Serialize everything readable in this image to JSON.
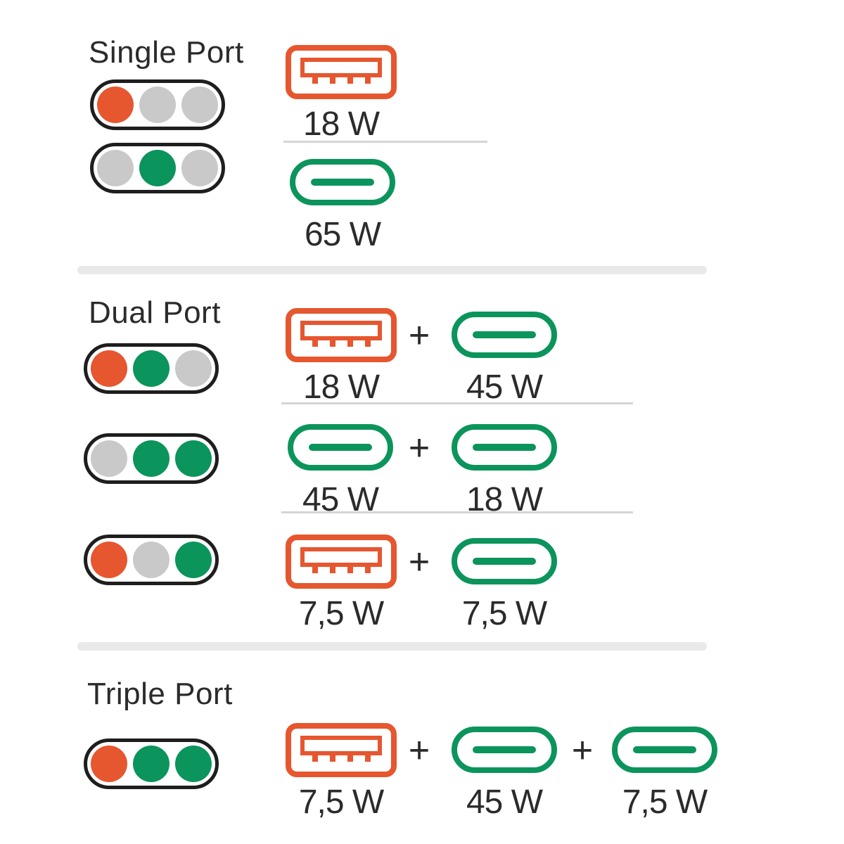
{
  "palette": {
    "background": "#FFFFFF",
    "orange": "#E6562F",
    "green": "#0B945B",
    "inactive": "#C9C9C9",
    "outline": "#1E1E1E",
    "text": "#2B2B2B",
    "divider_thin": "#D5D5D5",
    "divider_thick": "#E9E9E9"
  },
  "plus": "+",
  "sections": [
    {
      "title": "Single Port",
      "rows": [
        {
          "dots": [
            "orange",
            "inactive",
            "inactive"
          ],
          "ports": [
            {
              "type": "usb-a",
              "watt": "18 W"
            }
          ]
        },
        {
          "dots": [
            "inactive",
            "green",
            "inactive"
          ],
          "ports": [
            {
              "type": "usb-c",
              "watt": "65 W"
            }
          ]
        }
      ]
    },
    {
      "title": "Dual Port",
      "rows": [
        {
          "dots": [
            "orange",
            "green",
            "inactive"
          ],
          "ports": [
            {
              "type": "usb-a",
              "watt": "18 W"
            },
            {
              "type": "usb-c",
              "watt": "45 W"
            }
          ]
        },
        {
          "dots": [
            "inactive",
            "green",
            "green"
          ],
          "ports": [
            {
              "type": "usb-c",
              "watt": "45 W"
            },
            {
              "type": "usb-c",
              "watt": "18 W"
            }
          ]
        },
        {
          "dots": [
            "orange",
            "inactive",
            "green"
          ],
          "ports": [
            {
              "type": "usb-a",
              "watt": "7,5 W"
            },
            {
              "type": "usb-c",
              "watt": "7,5 W"
            }
          ]
        }
      ]
    },
    {
      "title": "Triple Port",
      "rows": [
        {
          "dots": [
            "orange",
            "green",
            "green"
          ],
          "ports": [
            {
              "type": "usb-a",
              "watt": "7,5 W"
            },
            {
              "type": "usb-c",
              "watt": "45 W"
            },
            {
              "type": "usb-c",
              "watt": "7,5 W"
            }
          ]
        }
      ]
    }
  ]
}
